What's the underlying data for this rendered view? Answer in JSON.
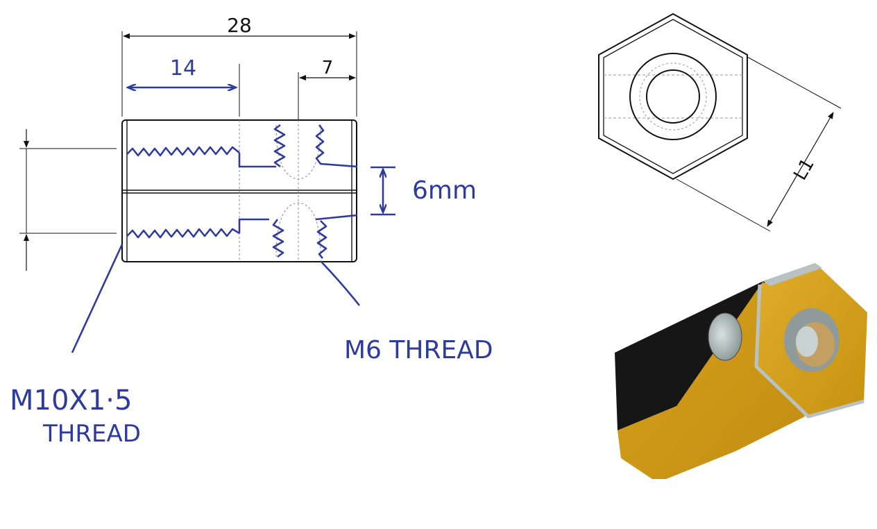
{
  "dimensions": {
    "overall_length": "28",
    "m10_depth": "14",
    "cross_hole_offset": "7",
    "hole_spacing": "6mm",
    "hex_length": "L1"
  },
  "callouts": {
    "m6_thread": "M6 THREAD",
    "m10_thread_line1": "M10X1·5",
    "m10_thread_line2": "THREAD"
  },
  "colors": {
    "ink": "#2d3a9e",
    "line": "#111111",
    "part_face": "#d9a520",
    "part_top": "#1a1a1a",
    "hole": "#b9c4c4"
  }
}
